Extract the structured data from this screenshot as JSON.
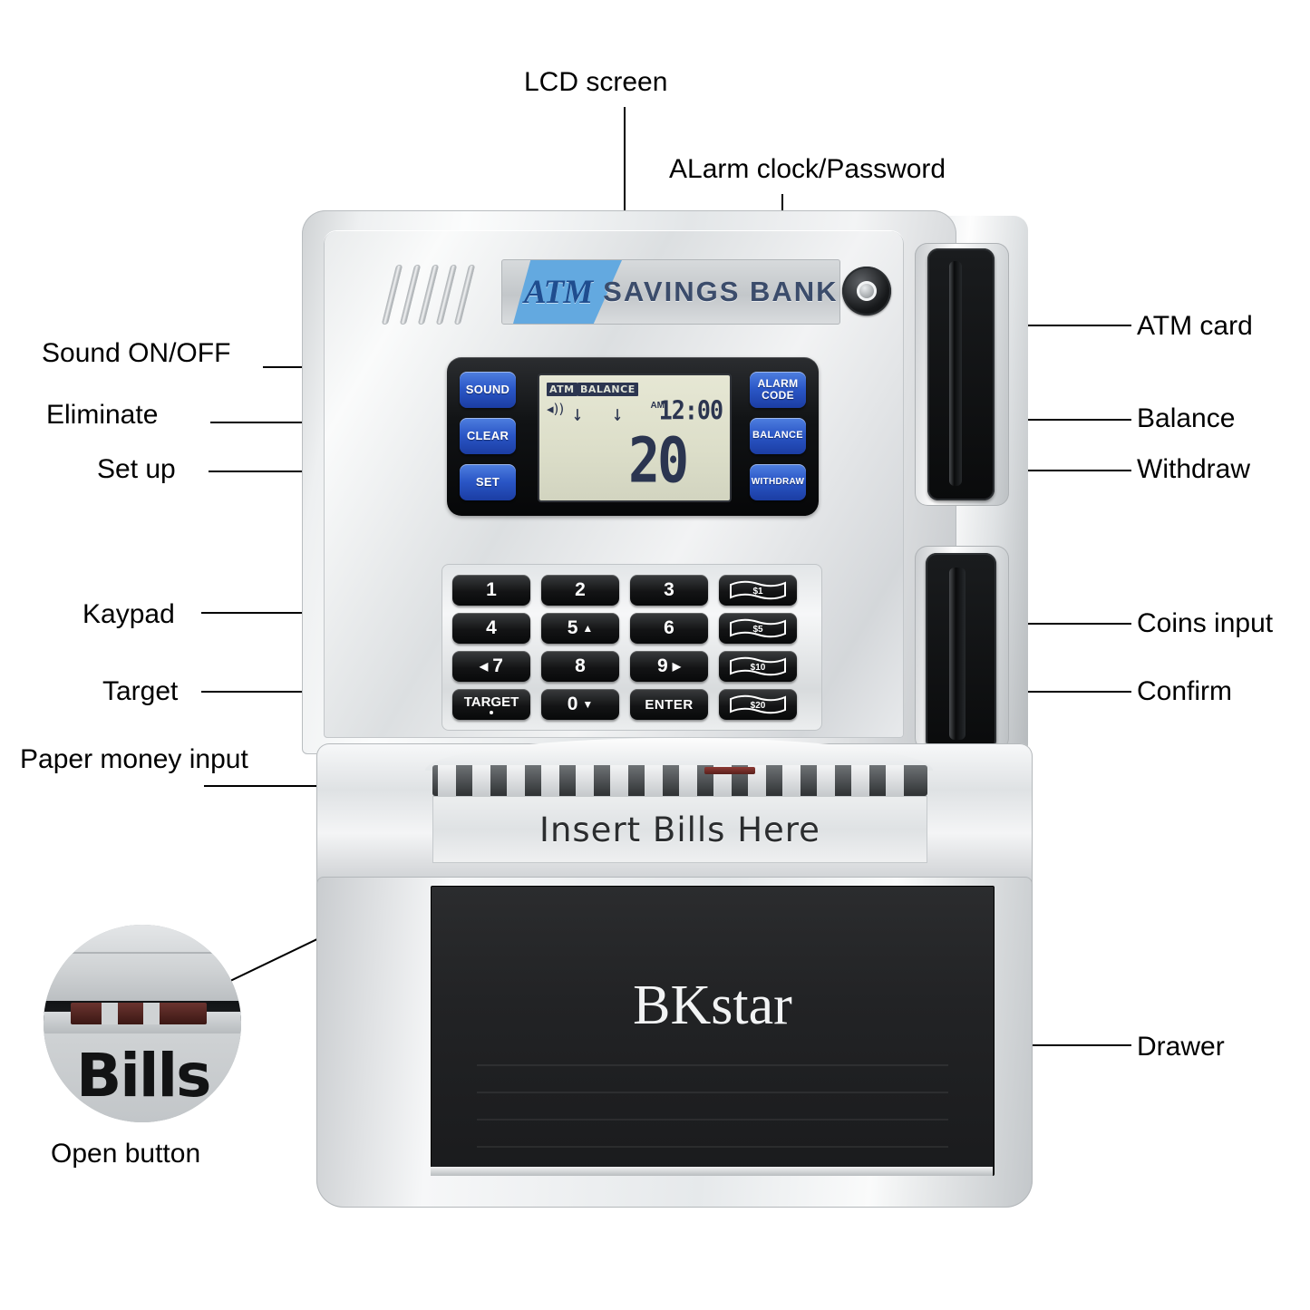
{
  "product": {
    "brand_plate": {
      "atm": "ATM",
      "rest": "SAVINGS BANK"
    },
    "drawer_brand": "BKstar",
    "bills_slot_text": "Insert Bills Here",
    "inset_partial_text": "Bills"
  },
  "lcd": {
    "tag_atm": "ATM",
    "tag_balance": "BALANCE",
    "sound_icon": "speaker-icon",
    "coin_marks": "↓ ↓",
    "am_label": "AM",
    "clock": "12:00",
    "amount": "20"
  },
  "buttons": {
    "left": [
      {
        "id": "sound",
        "label": "SOUND"
      },
      {
        "id": "clear",
        "label": "CLEAR"
      },
      {
        "id": "set",
        "label": "SET"
      }
    ],
    "right": [
      {
        "id": "alarm-code",
        "label_line1": "ALARM",
        "label_line2": "CODE"
      },
      {
        "id": "balance",
        "label": "BALANCE"
      },
      {
        "id": "withdraw",
        "label": "WITHDRAW"
      }
    ]
  },
  "keypad": {
    "rows": [
      [
        {
          "key": "1"
        },
        {
          "key": "2"
        },
        {
          "key": "3"
        },
        {
          "bill": "$1"
        }
      ],
      [
        {
          "key": "4"
        },
        {
          "key": "5",
          "arrow": "▲"
        },
        {
          "key": "6"
        },
        {
          "bill": "$5"
        }
      ],
      [
        {
          "key": "7",
          "arrow_left": "◀"
        },
        {
          "key": "8"
        },
        {
          "key": "9",
          "arrow": "▶"
        },
        {
          "bill": "$10"
        }
      ],
      [
        {
          "key": "TARGET"
        },
        {
          "key": "0",
          "arrow": "▼"
        },
        {
          "key": "ENTER"
        },
        {
          "bill": "$20"
        }
      ]
    ],
    "k1": "1",
    "k2": "2",
    "k3": "3",
    "k4": "4",
    "k5": "5",
    "k6": "6",
    "k7": "7",
    "k8": "8",
    "k9": "9",
    "k0": "0",
    "target": "TARGET",
    "enter": "ENTER",
    "arrow_up": "▲",
    "arrow_down": "▼",
    "arrow_left": "◀",
    "arrow_right": "▶",
    "bill1": "$1",
    "bill5": "$5",
    "bill10": "$10",
    "bill20": "$20"
  },
  "callouts": {
    "lcd_screen": "LCD screen",
    "alarm_clock_password": "ALarm clock/Password",
    "sound_on_off": "Sound ON/OFF",
    "eliminate": "Eliminate",
    "set_up": "Set up",
    "keypad": "Kaypad",
    "target": "Target",
    "paper_money_input": "Paper money input",
    "open_button": "Open button",
    "atm_card": "ATM card",
    "balance": "Balance",
    "withdraw": "Withdraw",
    "coins_input": "Coins input",
    "confirm": "Confirm",
    "drawer": "Drawer"
  },
  "colors": {
    "button_blue": "#2a56c6",
    "brand_blue": "#1f4d8f",
    "wedge_blue": "#63a9e0",
    "lcd_bg": "#e0e2cd",
    "lcd_ink": "#2b3550",
    "drawer_black": "#222325",
    "leader_line": "#000000"
  }
}
